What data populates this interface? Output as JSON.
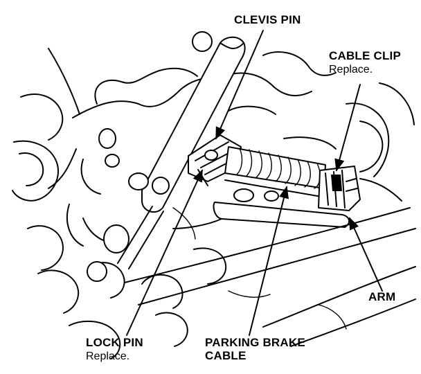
{
  "labels": {
    "clevis_pin": {
      "title": "CLEVIS PIN"
    },
    "cable_clip": {
      "title": "CABLE CLIP",
      "note": "Replace."
    },
    "arm": {
      "title": "ARM"
    },
    "lock_pin": {
      "title": "LOCK PIN",
      "note": "Replace."
    },
    "parking_brake_cable": {
      "title": "PARKING BRAKE",
      "title_line2": "CABLE"
    }
  },
  "colors": {
    "ink": "#000000",
    "paper": "#ffffff"
  }
}
